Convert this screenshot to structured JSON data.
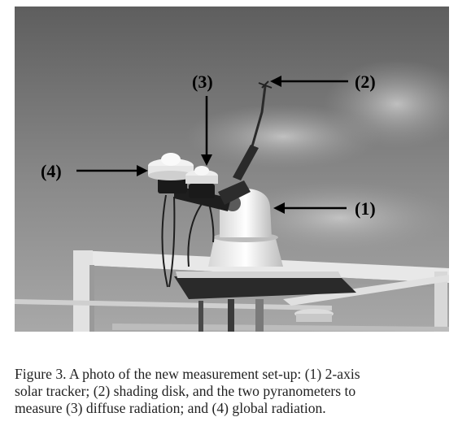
{
  "figure": {
    "labels": {
      "l1": "(1)",
      "l2": "(2)",
      "l3": "(3)",
      "l4": "(4)"
    }
  },
  "caption": {
    "lines": [
      "Figure 3.  A photo of the new measurement set-up: (1) 2-axis",
      "solar tracker; (2) shading disk, and the two pyranometers to",
      "measure (3) diffuse radiation; and (4) global radiation."
    ]
  }
}
